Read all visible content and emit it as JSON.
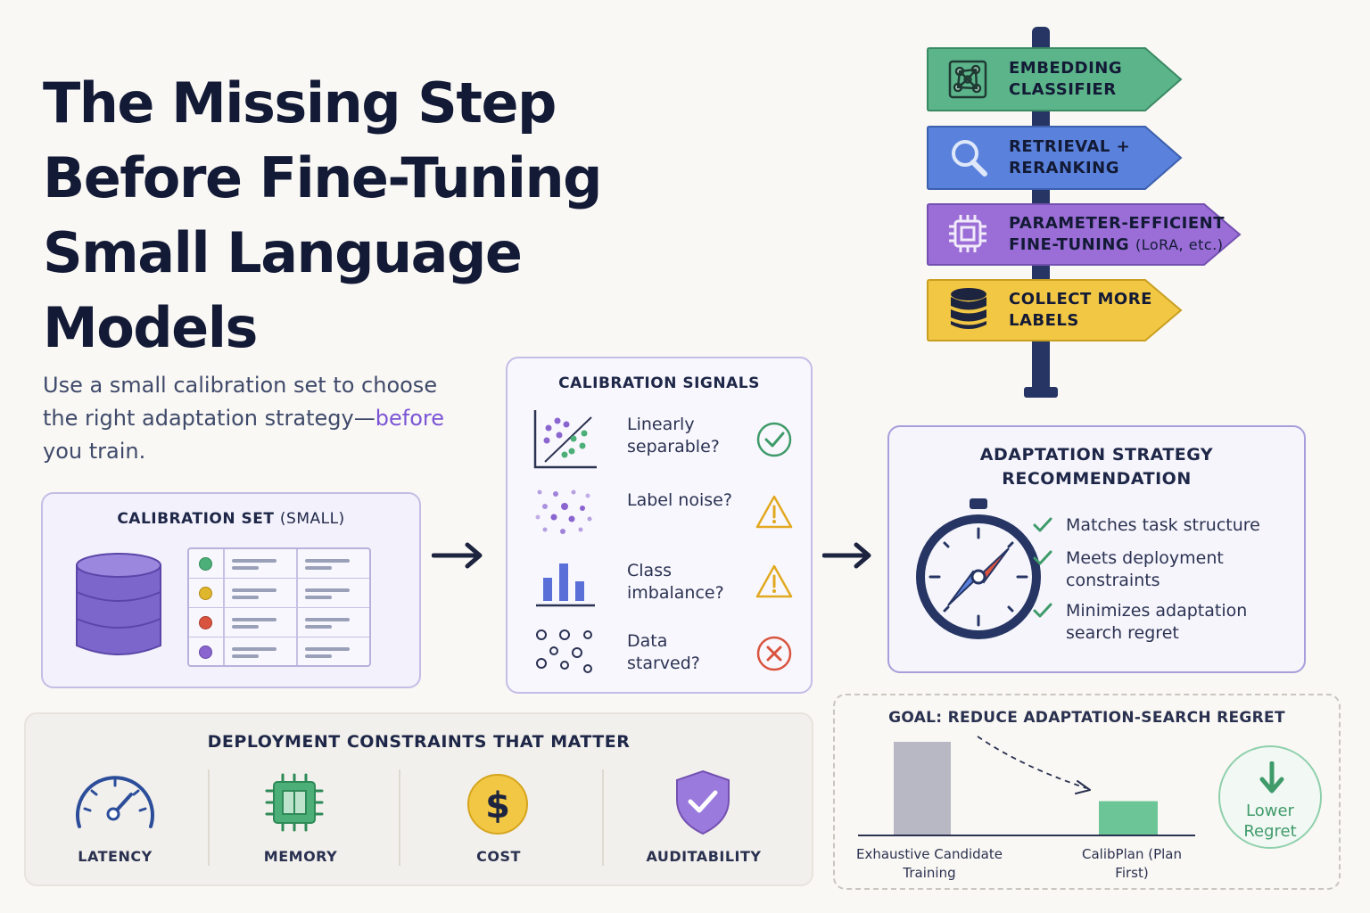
{
  "title": "The Missing Step Before Fine-Tuning Small Language Models",
  "subtitle": {
    "text": "Use a small calibration set to choose the right adaptation strategy—",
    "highlight": "before",
    "tail": " you train."
  },
  "calibration_set": {
    "title": "CALIBRATION SET",
    "title_suffix": "(SMALL)",
    "row_dot_colors": [
      "#4caf78",
      "#e0b62c",
      "#d9543f",
      "#8a65cf"
    ]
  },
  "signals": {
    "title": "CALIBRATION SIGNALS",
    "items": [
      {
        "label": "Linearly separable?",
        "status": "check-icon",
        "color": "#3f9b6a"
      },
      {
        "label": "Label noise?",
        "status": "warning-icon",
        "color": "#e2a920"
      },
      {
        "label": "Class imbalance?",
        "status": "warning-icon",
        "color": "#e2a920"
      },
      {
        "label": "Data starved?",
        "status": "error-icon",
        "color": "#d9543f"
      }
    ]
  },
  "strategy": {
    "title": "ADAPTATION STRATEGY RECOMMENDATION",
    "checks": [
      "Matches task structure",
      "Meets deployment constraints",
      "Minimizes adaptation search regret"
    ]
  },
  "signposts": [
    {
      "label": "EMBEDDING CLASSIFIER",
      "icon": "network-icon",
      "color": "#5cb48a"
    },
    {
      "label": "RETRIEVAL + RERANKING",
      "icon": "search-icon",
      "color": "#5a82dc"
    },
    {
      "label": "PARAMETER-EFFICIENT FINE-TUNING",
      "suffix": "(LoRA, etc.)",
      "icon": "chip-icon",
      "color": "#9a6ed6"
    },
    {
      "label": "COLLECT MORE LABELS",
      "icon": "database-icon",
      "color": "#f2c744"
    }
  ],
  "constraints": {
    "title": "DEPLOYMENT CONSTRAINTS THAT MATTER",
    "items": [
      {
        "label": "LATENCY",
        "icon": "gauge-icon"
      },
      {
        "label": "MEMORY",
        "icon": "chip-icon"
      },
      {
        "label": "COST",
        "icon": "dollar-icon"
      },
      {
        "label": "AUDITABILITY",
        "icon": "shield-check-icon"
      }
    ]
  },
  "goal": {
    "title": "GOAL: REDUCE ADAPTATION-SEARCH REGRET",
    "bars": [
      {
        "label": "Exhaustive Candidate Training",
        "value": 1.0,
        "color": "#b8b8c4"
      },
      {
        "label": "CalibPlan (Plan First)",
        "value": 0.36,
        "color": "#6cc596"
      }
    ],
    "badge": "Lower Regret"
  }
}
